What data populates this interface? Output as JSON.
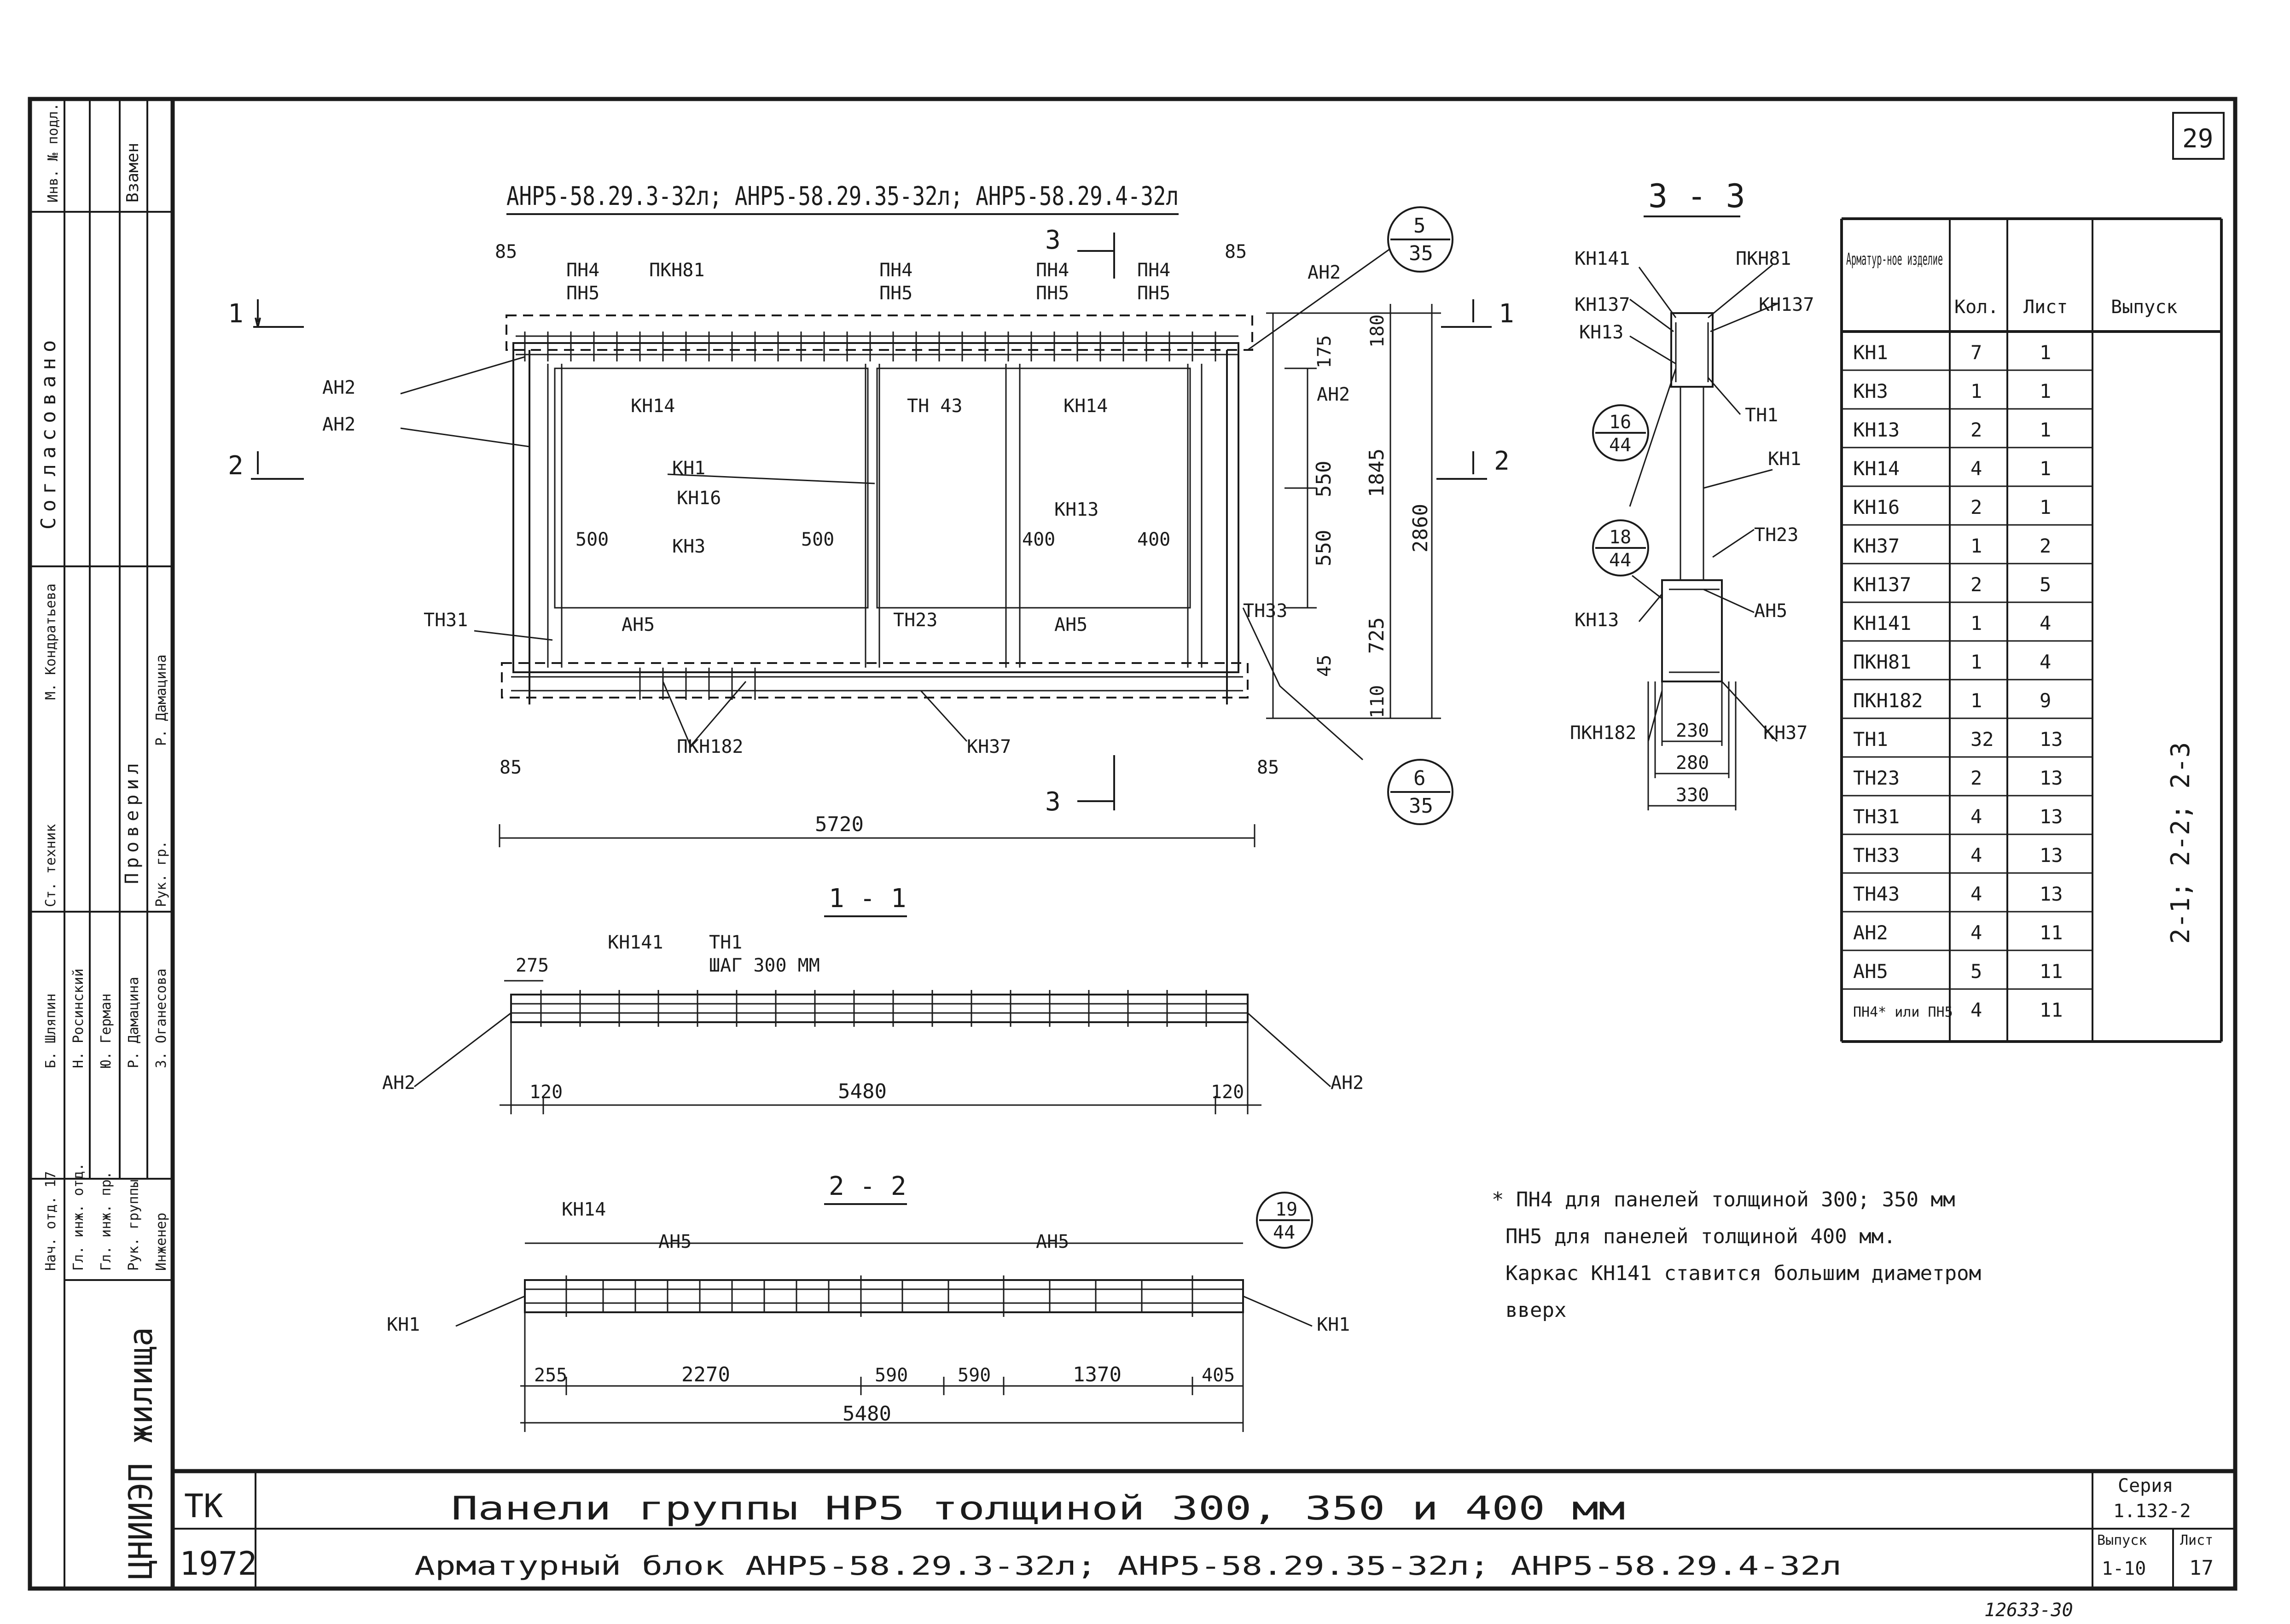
{
  "sheet_number": "29",
  "main_title": "АНР5-58.29.3-32л; АНР5-58.29.35-32л; АНР5-58.29.4-32л",
  "section_marks": {
    "s1": "1",
    "s2": "2",
    "s3": "3"
  },
  "sections": {
    "s11": "1 - 1",
    "s22": "2 - 2",
    "s33": "3 - 3"
  },
  "callouts": {
    "c5": {
      "top": "5",
      "bottom": "35"
    },
    "c6": {
      "top": "6",
      "bottom": "35"
    },
    "c16": {
      "top": "16",
      "bottom": "44"
    },
    "c18": {
      "top": "18",
      "bottom": "44"
    },
    "c19": {
      "top": "19",
      "bottom": "44"
    }
  },
  "elevation_labels": {
    "pn4": "ПН4",
    "pn5": "ПН5",
    "pkn81": "ПКН81",
    "an2": "АН2",
    "kn14": "КН14",
    "tn43": "ТН 43",
    "kn1": "КН1",
    "kn16": "КН16",
    "kn3": "КН3",
    "kn13": "КН13",
    "an5": "АН5",
    "tn31": "ТН31",
    "tn23": "ТН23",
    "tn33": "ТН33",
    "pkn182": "ПКН182",
    "kn37": "КН37"
  },
  "elevation_dims": {
    "d85": "85",
    "d500": "500",
    "d400": "400",
    "d5720": "5720",
    "d175": "175",
    "d180": "180",
    "d550": "550",
    "d1845": "1845",
    "d2860": "2860",
    "d725": "725",
    "d45": "45",
    "d110": "110"
  },
  "sec11": {
    "kn141": "КН141",
    "tn1": "ТН1",
    "step": "ШАГ 300 ММ",
    "an2": "АН2",
    "d275": "275",
    "d120": "120",
    "d5480": "5480"
  },
  "sec22": {
    "kn14": "КН14",
    "an5": "АН5",
    "kn1": "КН1",
    "d255": "255",
    "d2270": "2270",
    "d590": "590",
    "d1370": "1370",
    "d405": "405",
    "d5480": "5480"
  },
  "sec33": {
    "kn141": "КН141",
    "pkn81": "ПКН81",
    "kn137": "КН137",
    "kn13": "КН13",
    "tn1": "ТН1",
    "kn1": "КН1",
    "tn23": "ТН23",
    "an5": "АН5",
    "pkn182": "ПКН182",
    "kn37": "КН37",
    "d230": "230",
    "d280": "280",
    "d330": "330"
  },
  "spec_table": {
    "headers": [
      "Арматур-ное изделие",
      "Кол.",
      "Лист",
      "Выпуск"
    ],
    "rows": [
      [
        "КН1",
        "7",
        "1"
      ],
      [
        "КН3",
        "1",
        "1"
      ],
      [
        "КН13",
        "2",
        "1"
      ],
      [
        "КН14",
        "4",
        "1"
      ],
      [
        "КН16",
        "2",
        "1"
      ],
      [
        "КН37",
        "1",
        "2"
      ],
      [
        "КН137",
        "2",
        "5"
      ],
      [
        "КН141",
        "1",
        "4"
      ],
      [
        "ПКН81",
        "1",
        "4"
      ],
      [
        "ПКН182",
        "1",
        "9"
      ],
      [
        "ТН1",
        "32",
        "13"
      ],
      [
        "ТН23",
        "2",
        "13"
      ],
      [
        "ТН31",
        "4",
        "13"
      ],
      [
        "ТН33",
        "4",
        "13"
      ],
      [
        "ТН43",
        "4",
        "13"
      ],
      [
        "АН2",
        "4",
        "11"
      ],
      [
        "АН5",
        "5",
        "11"
      ],
      [
        "ПН4* или ПН5",
        "4",
        "11"
      ]
    ],
    "release_note": "2-1; 2-2; 2-3"
  },
  "notes": [
    "* ПН4 для панелей толщиной 300; 350 мм",
    "ПН5 для панелей толщиной 400 мм.",
    "Каркас КН141 ставится большим диаметром",
    "вверх"
  ],
  "title_block": {
    "tk": "ТК",
    "year": "1972",
    "line1": "Панели группы НР5 толщиной 300, 350 и 400 мм",
    "line2": "Арматурный блок АНР5-58.29.3-32л; АНР5-58.29.35-32л; АНР5-58.29.4-32л",
    "series_label": "Серия",
    "series_value": "1.132-2",
    "issue_label": "Выпуск",
    "issue_value": "1-10",
    "sheet_label": "Лист",
    "sheet_value": "17",
    "org": "ЦНИИЭП жилища"
  },
  "side_stamp": {
    "inv_label": "Инв. № подл.",
    "replace_label": "Взамен",
    "agreed_label": "Согласовано",
    "checked_label": "Проверил",
    "roles": [
      "Нач. отд. 17",
      "Гл. инж. отд.",
      "Гл. инж. пр.",
      "Рук. группы",
      "Инженер"
    ],
    "names": [
      "Б. Шляпин",
      "Н. Росинский",
      "Ю. Герман",
      "Р. Дамацина",
      "З. Оганесова"
    ],
    "extra_names": [
      "Ст. техник",
      "М. Кондратьева",
      "Рук. гр.",
      "Р. Дамацина"
    ]
  },
  "footer_code": "12633-30"
}
